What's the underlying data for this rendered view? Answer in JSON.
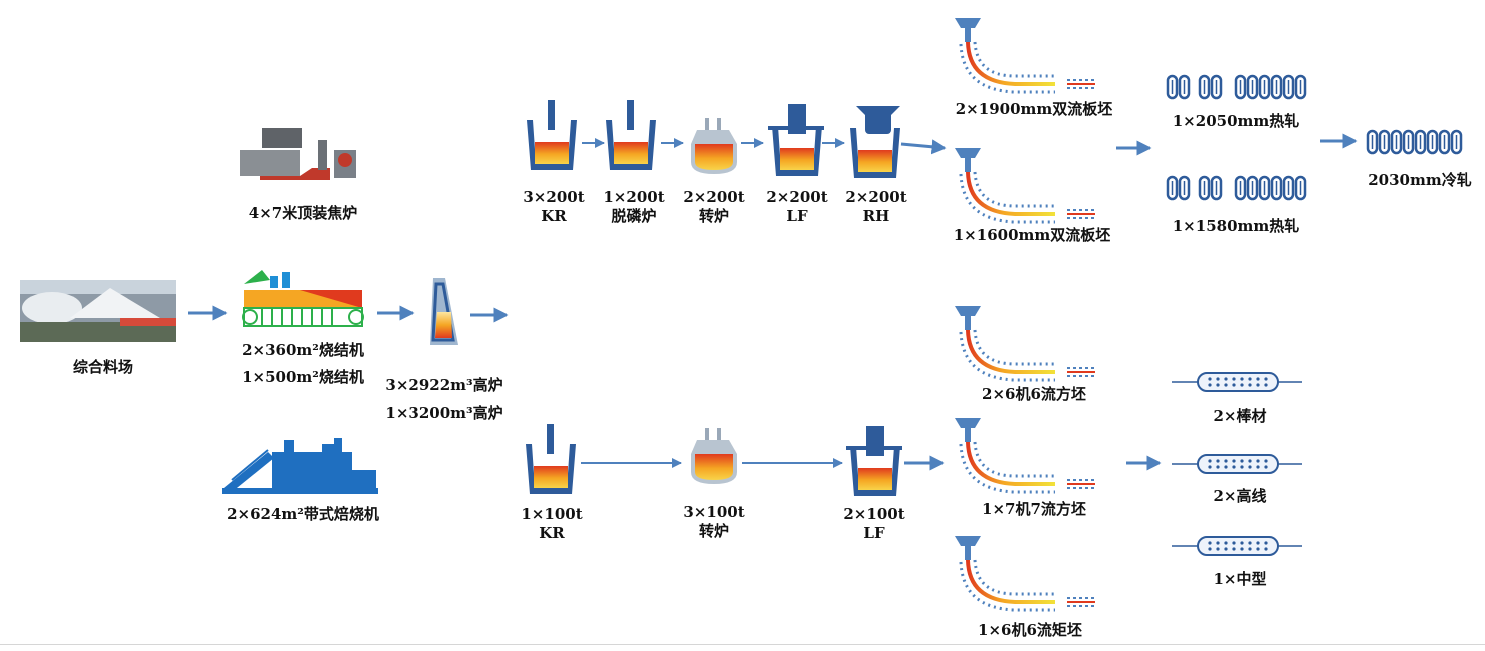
{
  "raw_material": {
    "yard": "综合料场"
  },
  "ironmaking": {
    "coke_oven": "4×7米顶装焦炉",
    "sinter_1": "2×360m²烧结机",
    "sinter_2": "1×500m²烧结机",
    "pellet": "2×624m²带式焙烧机",
    "blast_furnace_1": "3×2922m³高炉",
    "blast_furnace_2": "1×3200m³高炉"
  },
  "steelmaking_top": {
    "kr": [
      "3×200t",
      "KR"
    ],
    "dephos": [
      "1×200t",
      "脱磷炉"
    ],
    "converter": [
      "2×200t",
      "转炉"
    ],
    "lf": [
      "2×200t",
      "LF"
    ],
    "rh": [
      "2×200t",
      "RH"
    ]
  },
  "steelmaking_bottom": {
    "kr": [
      "1×100t",
      "KR"
    ],
    "converter": [
      "3×100t",
      "转炉"
    ],
    "lf": [
      "2×100t",
      "LF"
    ]
  },
  "casting": {
    "slab_1900": "2×1900mm双流板坯",
    "slab_1600": "1×1600mm双流板坯",
    "billet_6_6": "2×6机6流方坯",
    "billet_7_7": "1×7机7流方坯",
    "rect_6_6": "1×6机6流矩坯"
  },
  "rolling": {
    "hot_2050": "1×2050mm热轧",
    "hot_1580": "1×1580mm热轧",
    "cold_2030": "2030mm冷轧",
    "bar": "2×棒材",
    "wire": "2×高线",
    "medium": "1×中型"
  },
  "colors": {
    "arrow": "#4f81bd",
    "vessel_blue": "#2e5b9a",
    "molten": "#f5a623",
    "molten_red": "#e03a1e",
    "strand_yellow": "#f2d22e",
    "pellet_blue": "#1f6fc0",
    "sinter_green": "#2db04b"
  }
}
